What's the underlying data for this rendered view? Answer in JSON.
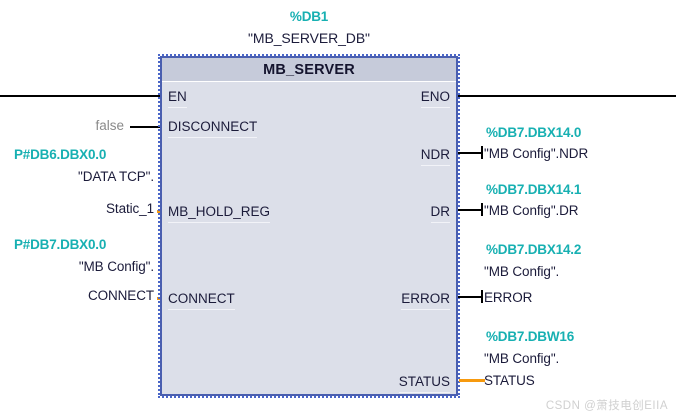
{
  "block": {
    "instance_address": "%DB1",
    "instance_name": "\"MB_SERVER_DB\"",
    "title": "MB_SERVER",
    "inputs": [
      {
        "pin": "EN",
        "value": "",
        "address": "",
        "symbol_line1": "",
        "symbol_line2": ""
      },
      {
        "pin": "DISCONNECT",
        "value": "false",
        "address": "",
        "symbol_line1": "",
        "symbol_line2": ""
      },
      {
        "pin": "MB_HOLD_REG",
        "value": "",
        "address": "P#DB6.DBX0.0",
        "symbol_line1": "\"DATA TCP\".",
        "symbol_line2": "Static_1"
      },
      {
        "pin": "CONNECT",
        "value": "",
        "address": "P#DB7.DBX0.0",
        "symbol_line1": "\"MB Config\".",
        "symbol_line2": "CONNECT"
      }
    ],
    "outputs": [
      {
        "pin": "ENO",
        "address": "",
        "symbol_line1": "",
        "symbol_line2": ""
      },
      {
        "pin": "NDR",
        "address": "%DB7.DBX14.0",
        "symbol_line1": "\"MB Config\".NDR",
        "symbol_line2": ""
      },
      {
        "pin": "DR",
        "address": "%DB7.DBX14.1",
        "symbol_line1": "\"MB Config\".DR",
        "symbol_line2": ""
      },
      {
        "pin": "ERROR",
        "address": "%DB7.DBX14.2",
        "symbol_line1": "\"MB Config\".",
        "symbol_line2": "ERROR"
      },
      {
        "pin": "STATUS",
        "address": "%DB7.DBW16",
        "symbol_line1": "\"MB Config\".",
        "symbol_line2": "STATUS"
      }
    ]
  },
  "watermark": "CSDN @萧技电创EIIA",
  "colors": {
    "address_teal": "#17b0b2",
    "symbol_dark": "#1b1b3a",
    "block_border": "#4a5fb0",
    "block_header": "#c6cbda",
    "block_body": "#dcdfe9",
    "wire_black": "#000000",
    "wire_orange": "#f79a0e",
    "value_gray": "#8a8a8a"
  }
}
